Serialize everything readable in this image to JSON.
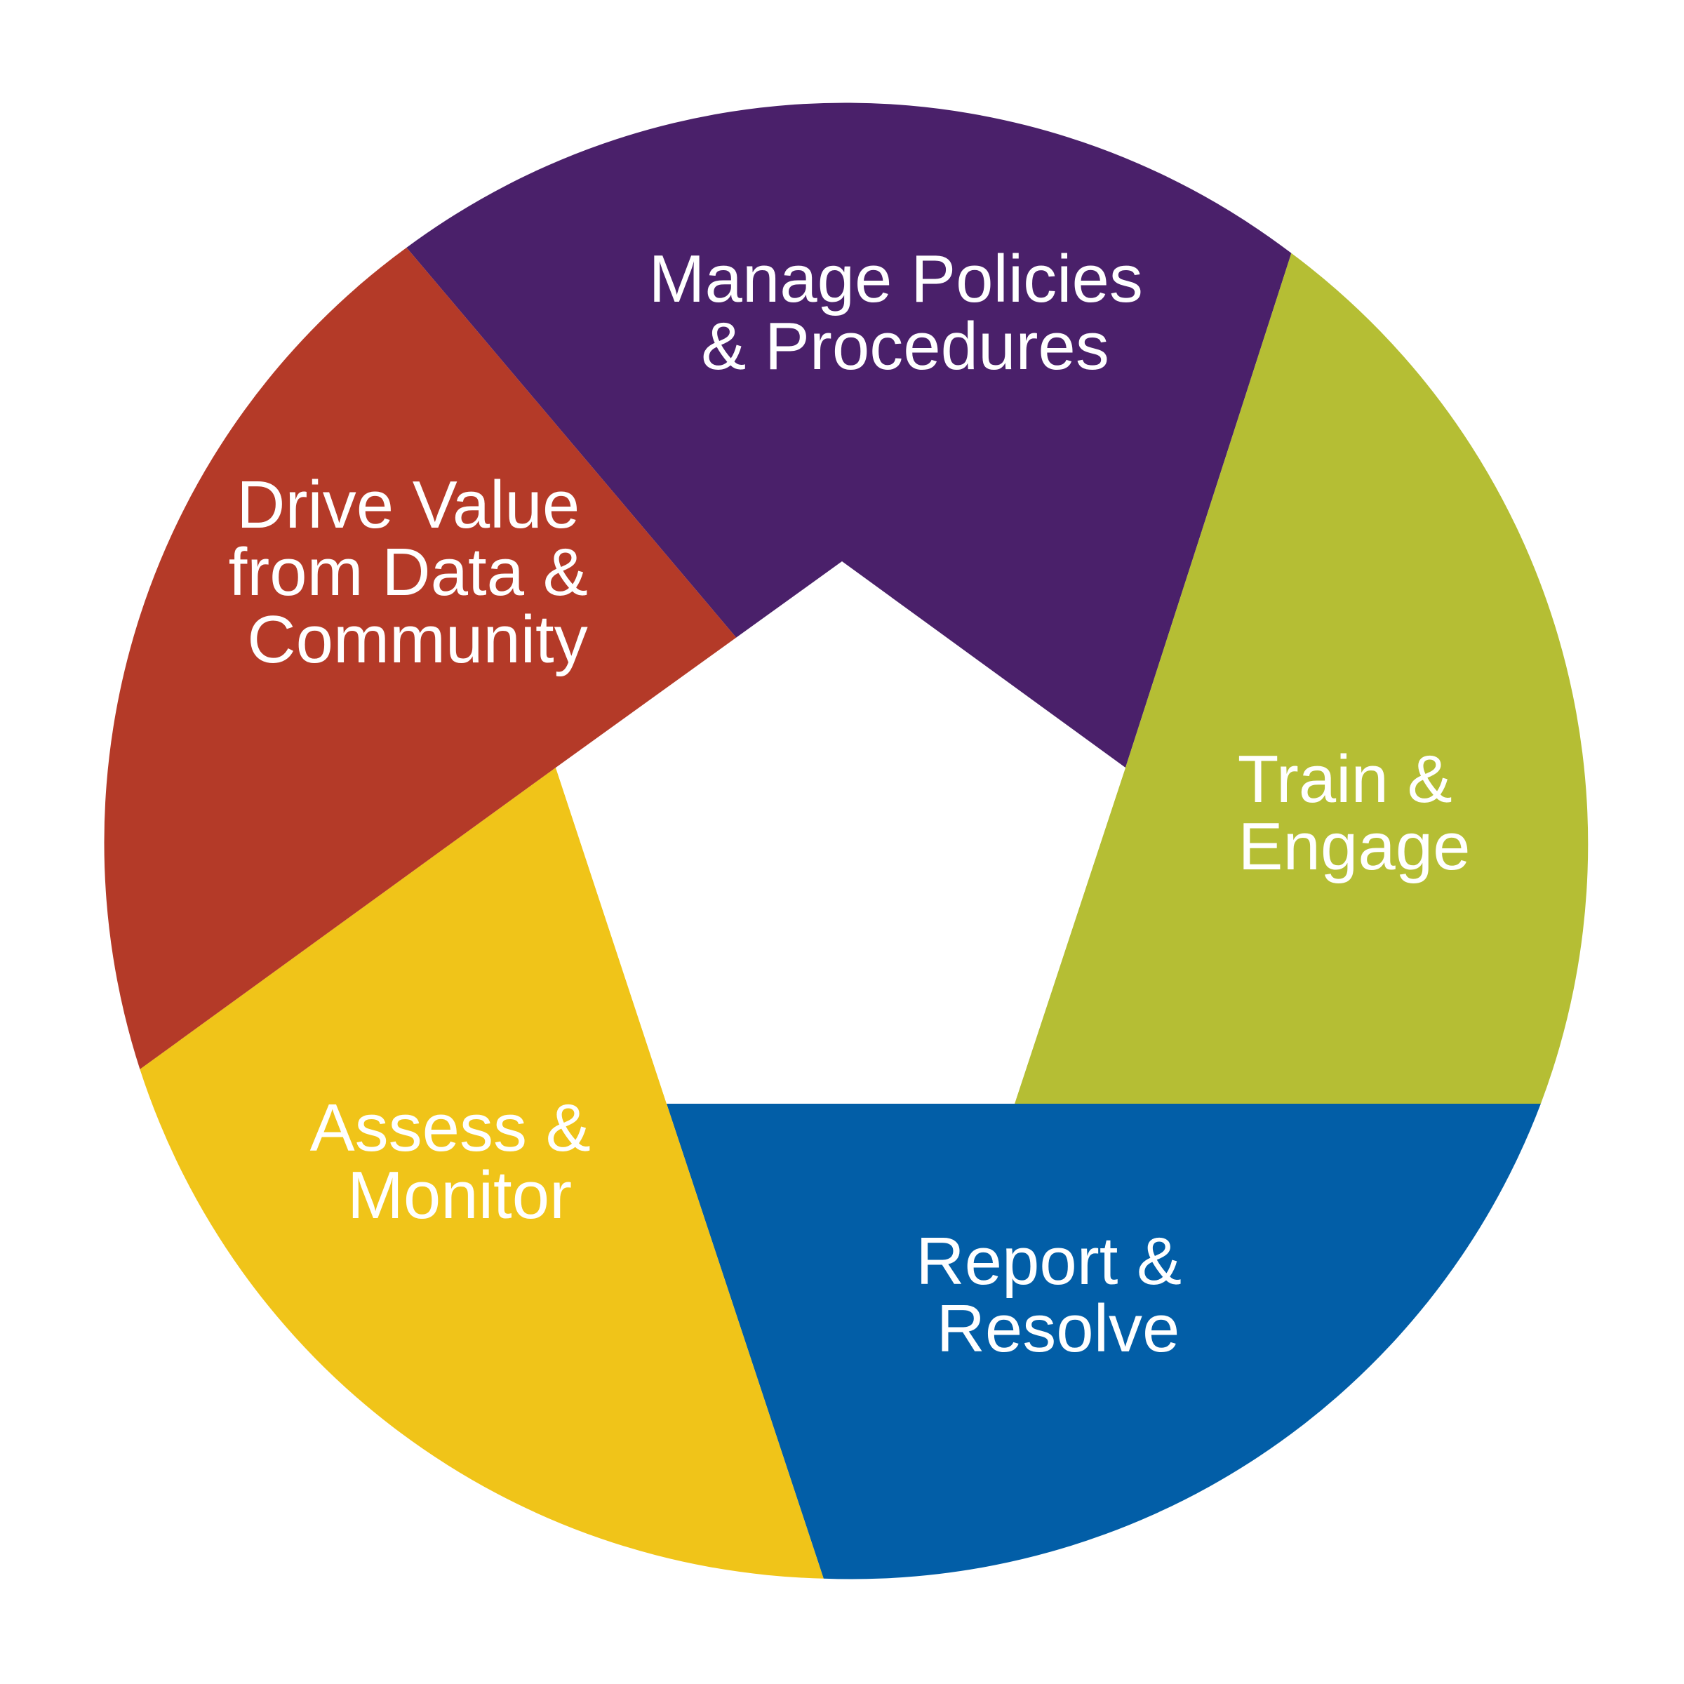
{
  "segments": [
    {
      "id": "manage",
      "lines": [
        "Manage Policies",
        "& Procedures"
      ],
      "color": "#4a206a"
    },
    {
      "id": "train",
      "lines": [
        "Train &",
        "Engage"
      ],
      "color": "#b5be34"
    },
    {
      "id": "report",
      "lines": [
        "Report &",
        "Resolve"
      ],
      "color": "#025ea7"
    },
    {
      "id": "assess",
      "lines": [
        "Assess &",
        "Monitor"
      ],
      "color": "#f0c419"
    },
    {
      "id": "drive",
      "lines": [
        "Drive Value",
        "from Data &",
        "Community"
      ],
      "color": "#b43a28"
    }
  ],
  "background": "#ffffff"
}
